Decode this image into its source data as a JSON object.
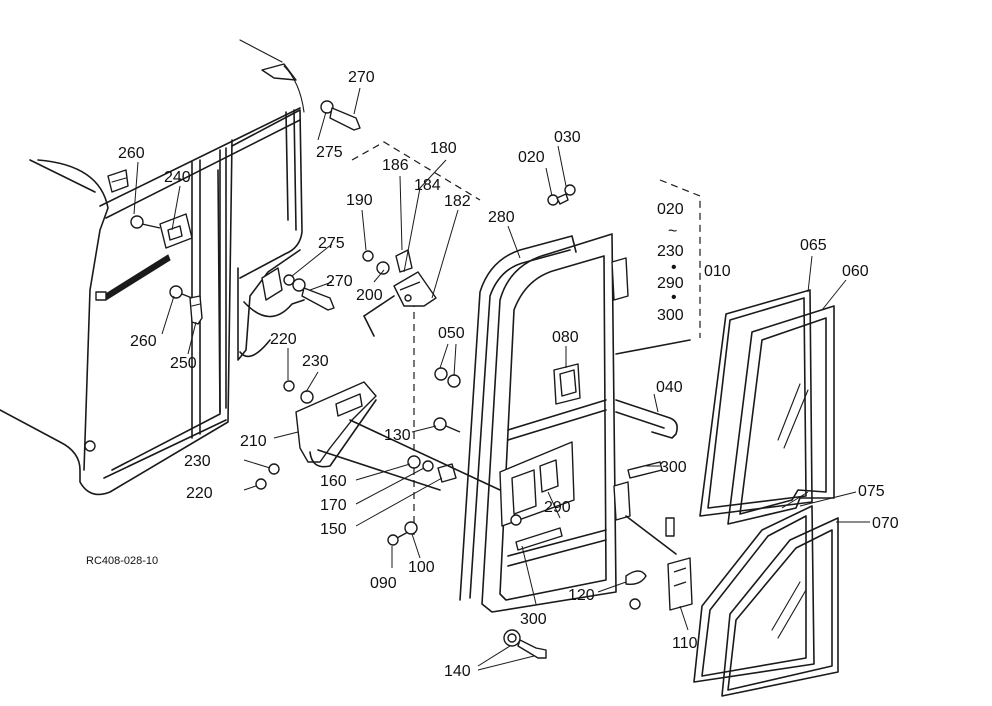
{
  "drawing_ref": "RC408-028-10",
  "labels": {
    "p270a": "270",
    "p275a": "275",
    "p260a": "260",
    "p240": "240",
    "p180": "180",
    "p186": "186",
    "p184": "184",
    "p182": "182",
    "p190": "190",
    "p275b": "275",
    "p270b": "270",
    "p200": "200",
    "p260b": "260",
    "p250": "250",
    "p020a": "020",
    "p030": "030",
    "p280": "280",
    "p020b": "020",
    "p230b": "230",
    "p290b": "290",
    "p300b": "300",
    "p010": "010",
    "p065": "065",
    "p060": "060",
    "p050": "050",
    "p080": "080",
    "p220a": "220",
    "p230a": "230",
    "p210": "210",
    "p130": "130",
    "p040": "040",
    "p230c": "230",
    "p220b": "220",
    "p160": "160",
    "p170": "170",
    "p150": "150",
    "p300a": "300",
    "p075": "075",
    "p070": "070",
    "p290a": "290",
    "p090": "090",
    "p100": "100",
    "p120": "120",
    "p300c": "300",
    "p110": "110",
    "p140": "140"
  },
  "range_marks": {
    "tilde": "~",
    "bullet": "•"
  },
  "icons": [
    "screw-icon",
    "nut-icon",
    "washer-icon",
    "bolt-icon"
  ]
}
